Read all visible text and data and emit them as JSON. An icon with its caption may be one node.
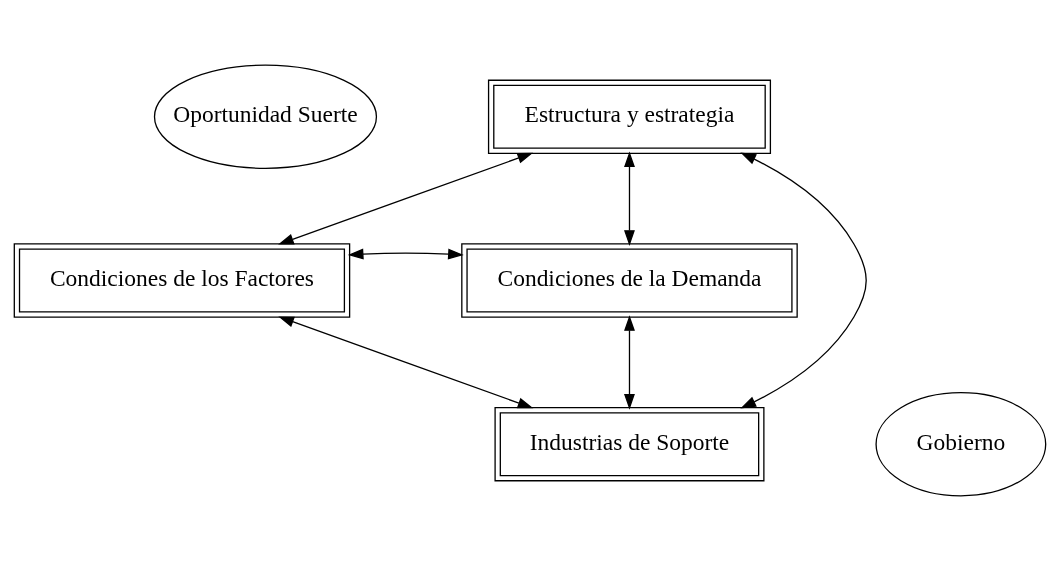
{
  "diagram": {
    "nodes": [
      {
        "text": [
          "Oportunidad Suerte"
        ]
      },
      {
        "text": [
          "Estructura y estrategia"
        ]
      },
      {
        "text": [
          "Condiciones de los Factores"
        ]
      },
      {
        "text": [
          "Condiciones de la Demanda"
        ]
      },
      {
        "text": [
          "Industrias de Soporte"
        ]
      },
      {
        "text": [
          "Gobierno"
        ]
      }
    ],
    "edges": [
      {
        "from": 1,
        "to": 2,
        "arrow": "both"
      },
      {
        "from": 1,
        "to": 3,
        "arrow": "both"
      },
      {
        "from": 1,
        "to": 4,
        "arrow": "both"
      },
      {
        "from": 2,
        "to": 3,
        "arrow": "both"
      },
      {
        "from": 2,
        "to": 4,
        "arrow": "both"
      },
      {
        "from": 3,
        "to": 4,
        "arrow": "both"
      }
    ]
  }
}
